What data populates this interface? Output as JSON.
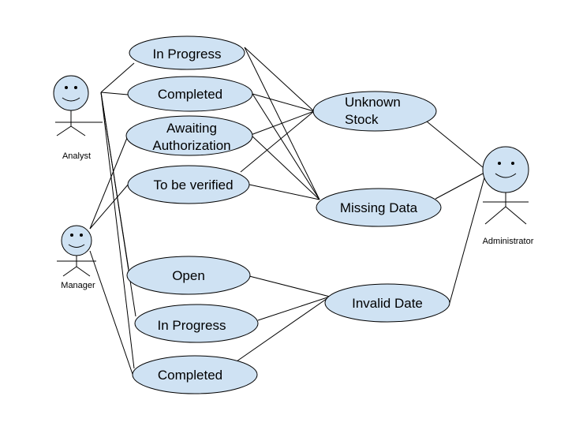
{
  "actors": [
    {
      "key": "analyst",
      "label": "Analyst"
    },
    {
      "key": "manager",
      "label": "Manager"
    },
    {
      "key": "administrator",
      "label": "Administrator"
    }
  ],
  "use_cases": [
    {
      "key": "in_progress_1",
      "lines": [
        "In Progress"
      ]
    },
    {
      "key": "completed_1",
      "lines": [
        "Completed"
      ]
    },
    {
      "key": "awaiting_authorization",
      "lines": [
        "Awaiting",
        "Authorization"
      ]
    },
    {
      "key": "to_be_verified",
      "lines": [
        "To be verified"
      ]
    },
    {
      "key": "unknown_stock",
      "lines": [
        "Unknown",
        "Stock"
      ]
    },
    {
      "key": "missing_data",
      "lines": [
        "Missing Data"
      ]
    },
    {
      "key": "open",
      "lines": [
        "Open"
      ]
    },
    {
      "key": "in_progress_2",
      "lines": [
        "In Progress"
      ]
    },
    {
      "key": "completed_2",
      "lines": [
        "Completed"
      ]
    },
    {
      "key": "invalid_date",
      "lines": [
        "Invalid Date"
      ]
    }
  ],
  "colors": {
    "ellipse_fill": "#cfe2f3",
    "line": "#000000"
  }
}
